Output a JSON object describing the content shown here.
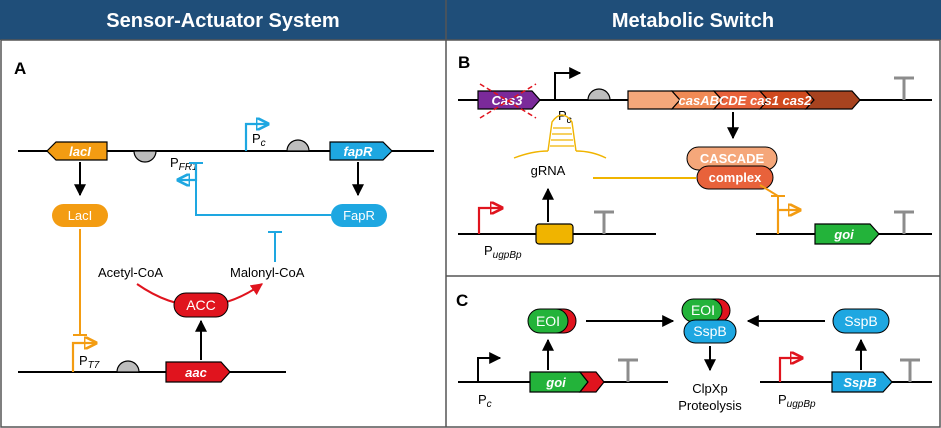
{
  "headers": {
    "left": "Sensor-Actuator System",
    "right": "Metabolic Switch"
  },
  "panels": {
    "a": "A",
    "b": "B",
    "c": "C"
  },
  "panel_a": {
    "genes": {
      "lacI": "lacI",
      "fapR": "fapR",
      "aac": "aac"
    },
    "promoters": {
      "pc_main": "P",
      "pc_sub": "c",
      "pfr1_main": "P",
      "pfr1_sub": "FR1",
      "pt7_main": "P",
      "pt7_sub": "T7"
    },
    "proteins": {
      "lacI": "LacI",
      "fapR": "FapR",
      "acc": "ACC"
    },
    "metabolites": {
      "acetyl_coa": "Acetyl-CoA",
      "malonyl_coa": "Malonyl-CoA"
    }
  },
  "panel_b": {
    "genes": {
      "cas3": "Cas3",
      "operon": "casABCDE cas1 cas2",
      "goi": "goi"
    },
    "promoters": {
      "pc_main": "P",
      "pc_sub": "c",
      "pugp_main": "P",
      "pugp_sub": "ugpBp"
    },
    "labels": {
      "grna": "gRNA",
      "cascade_line1": "CASCADE",
      "cascade_line2": "complex"
    }
  },
  "panel_c": {
    "genes": {
      "goi": "goi",
      "sspb": "SspB"
    },
    "promoters": {
      "pc_main": "P",
      "pc_sub": "c",
      "pugp_main": "P",
      "pugp_sub": "ugpBp"
    },
    "proteins": {
      "eoi_left": "EOI",
      "eoi_center": "EOI",
      "sspb_center": "SspB",
      "sspb_right": "SspB"
    },
    "labels": {
      "clpxp_line1": "ClpXp",
      "clpxp_line2": "Proteolysis"
    }
  },
  "colors": {
    "header_bg": "#1f4e79",
    "orange": "#f39c12",
    "blue": "#1ea7e1",
    "red": "#e0141e",
    "green": "#23b33a",
    "purple": "#7b2a9a",
    "peach": "#f5a77a",
    "rust": "#a8431f",
    "cascade": "#e8623b",
    "yellow": "#f0b400",
    "terminator_gray": "#8c8c8c"
  }
}
